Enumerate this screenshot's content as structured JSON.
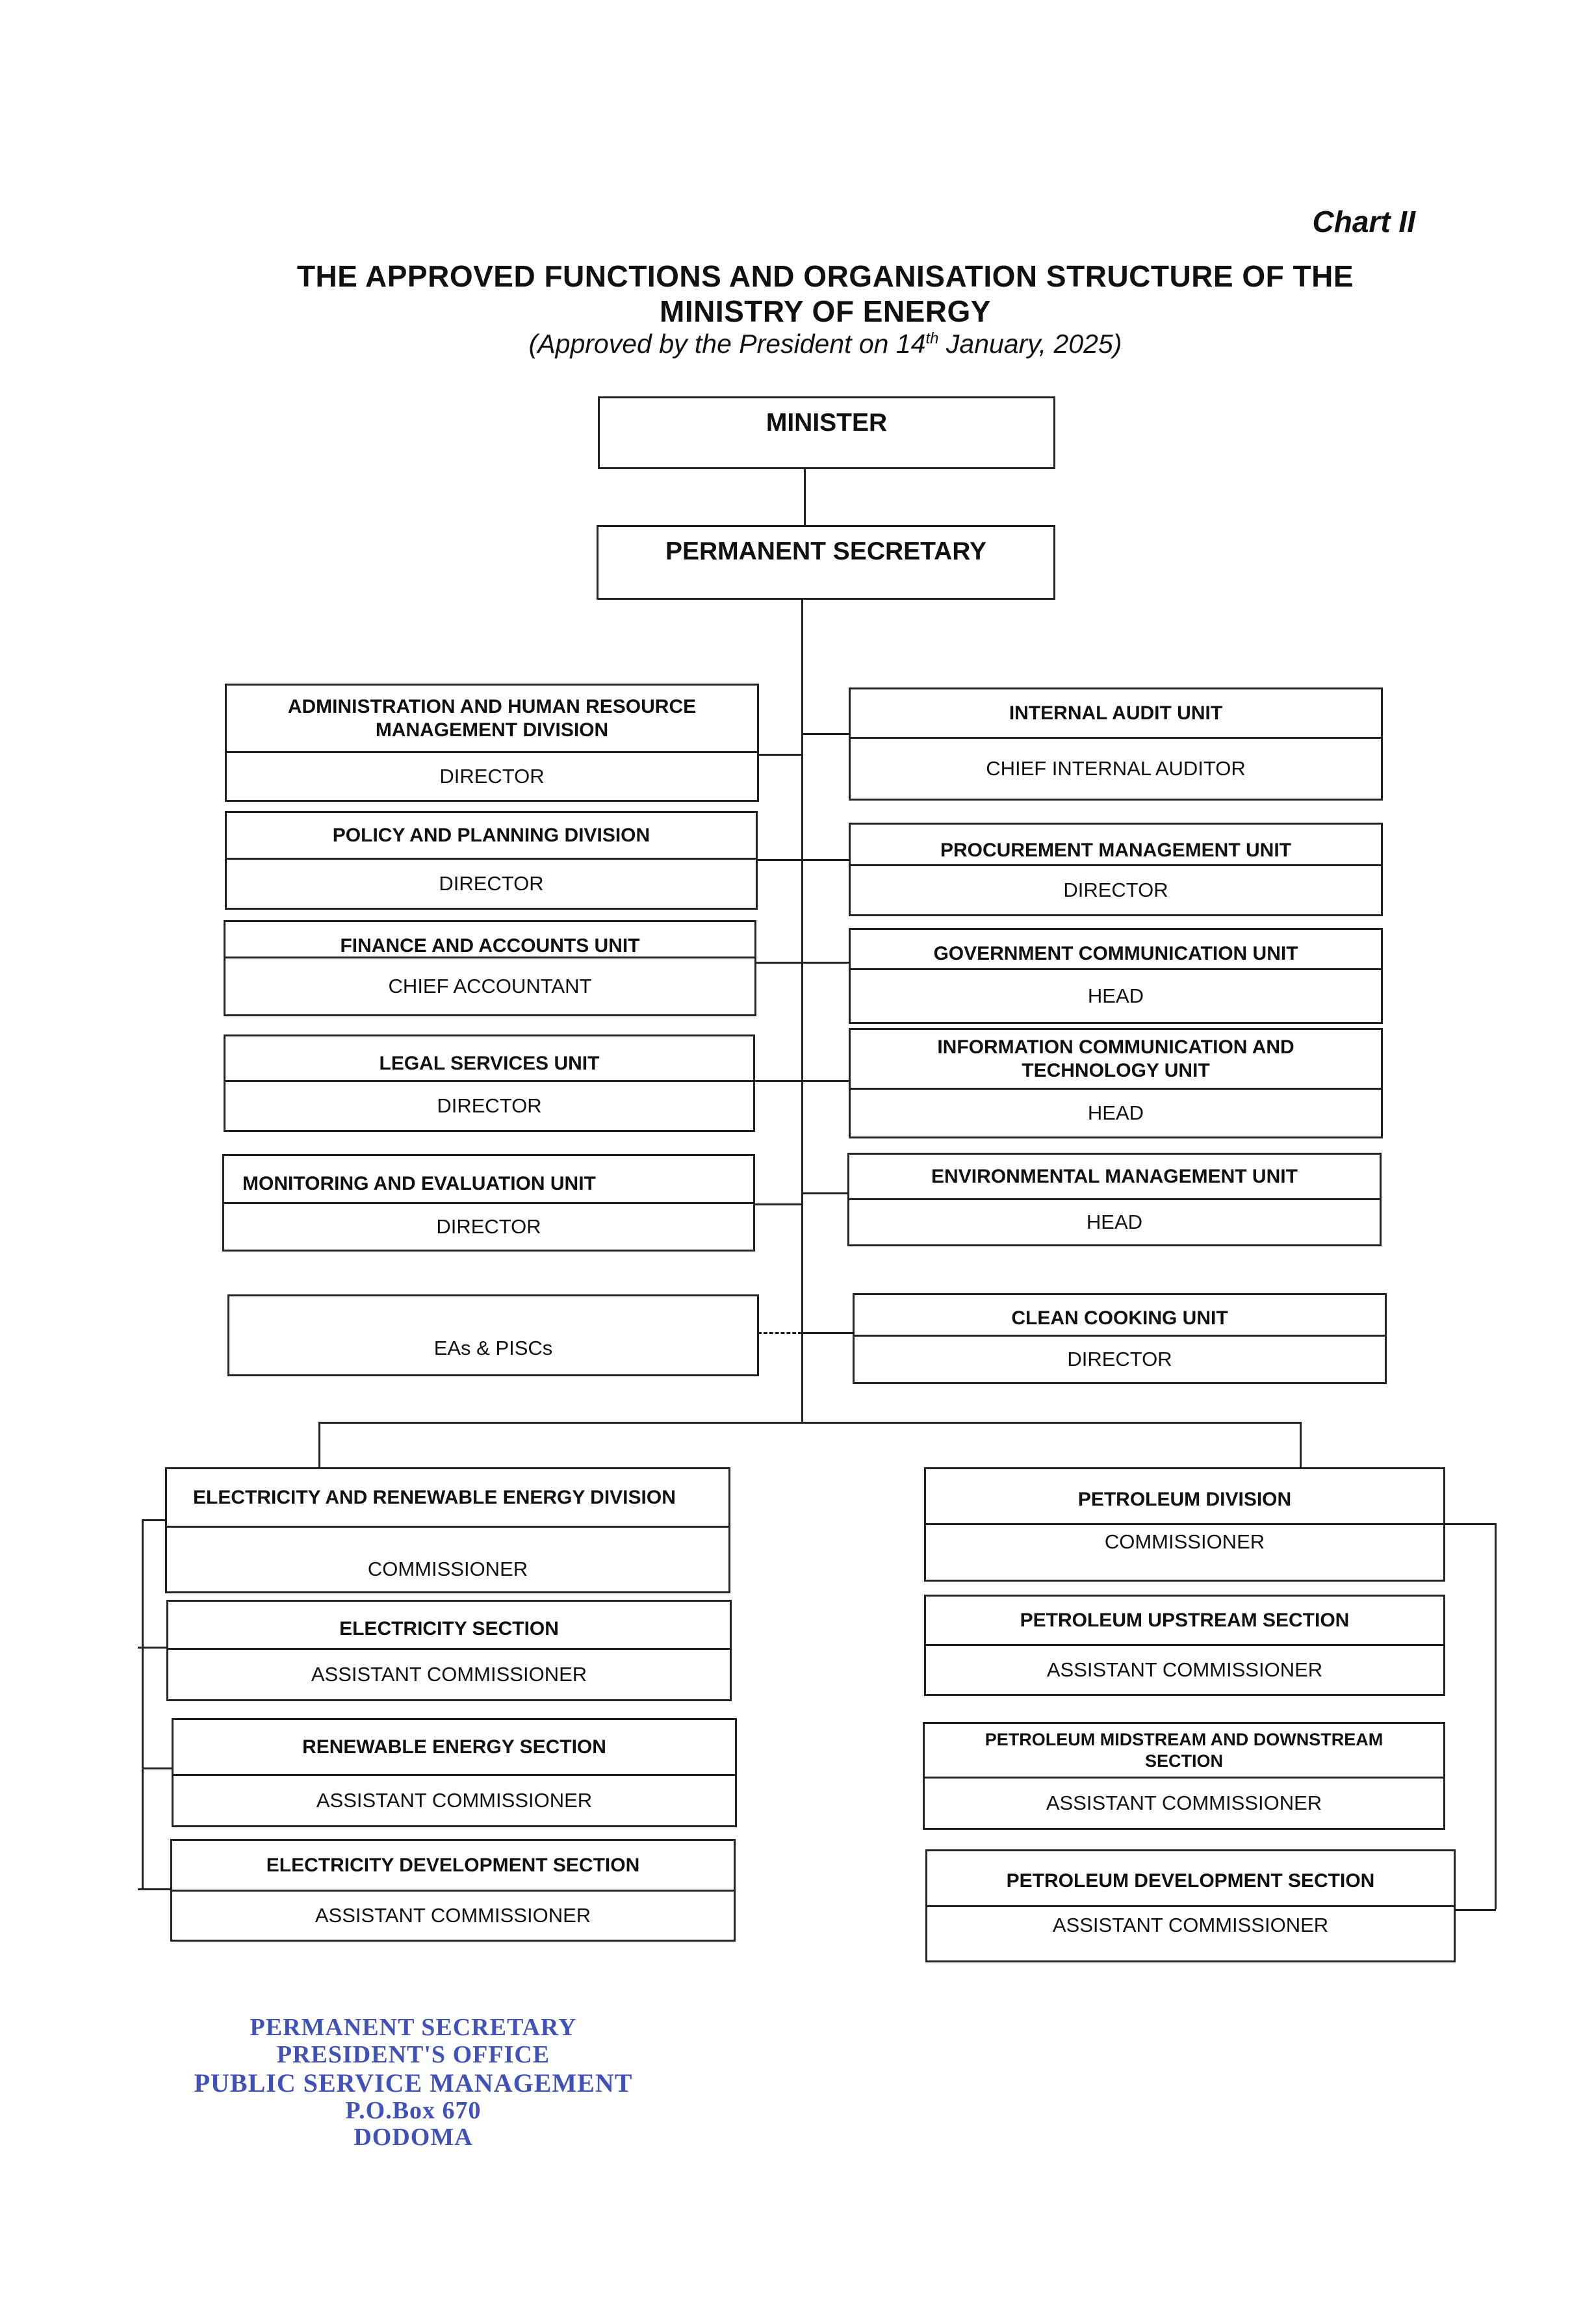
{
  "header": {
    "chart_label": "Chart II",
    "title_line1": "THE APPROVED FUNCTIONS AND ORGANISATION STRUCTURE OF THE",
    "title_line2": "MINISTRY OF ENERGY",
    "subtitle_pre": "(Approved by the President on 14",
    "subtitle_sup": "th",
    "subtitle_post": " January, 2025)"
  },
  "top": {
    "minister": "MINISTER",
    "permanent_secretary": "PERMANENT SECRETARY"
  },
  "left_units": [
    {
      "name": "ADMINISTRATION AND HUMAN RESOURCE MANAGEMENT DIVISION",
      "head": "DIRECTOR"
    },
    {
      "name": "POLICY AND PLANNING DIVISION",
      "head": "DIRECTOR"
    },
    {
      "name": "FINANCE AND ACCOUNTS UNIT",
      "head": "CHIEF ACCOUNTANT"
    },
    {
      "name": "LEGAL SERVICES UNIT",
      "head": "DIRECTOR"
    },
    {
      "name": "MONITORING AND EVALUATION UNIT",
      "head": "DIRECTOR"
    }
  ],
  "eas_piscs": "EAs & PISCs",
  "right_units": [
    {
      "name": "INTERNAL AUDIT UNIT",
      "head": "CHIEF INTERNAL AUDITOR"
    },
    {
      "name": "PROCUREMENT MANAGEMENT UNIT",
      "head": "DIRECTOR"
    },
    {
      "name": "GOVERNMENT COMMUNICATION UNIT",
      "head": "HEAD"
    },
    {
      "name": "INFORMATION COMMUNICATION AND TECHNOLOGY UNIT",
      "head": "HEAD"
    },
    {
      "name": "ENVIRONMENTAL MANAGEMENT UNIT",
      "head": "HEAD"
    },
    {
      "name": "CLEAN COOKING UNIT",
      "head": "DIRECTOR"
    }
  ],
  "electricity": [
    {
      "name": "ELECTRICITY AND RENEWABLE ENERGY DIVISION",
      "head": "COMMISSIONER"
    },
    {
      "name": "ELECTRICITY SECTION",
      "head": "ASSISTANT COMMISSIONER"
    },
    {
      "name": "RENEWABLE ENERGY SECTION",
      "head": "ASSISTANT COMMISSIONER"
    },
    {
      "name": "ELECTRICITY DEVELOPMENT SECTION",
      "head": "ASSISTANT COMMISSIONER"
    }
  ],
  "petroleum": [
    {
      "name": "PETROLEUM DIVISION",
      "head": "COMMISSIONER"
    },
    {
      "name": "PETROLEUM UPSTREAM SECTION",
      "head": "ASSISTANT COMMISSIONER"
    },
    {
      "name": "PETROLEUM MIDSTREAM AND DOWNSTREAM SECTION",
      "head": "ASSISTANT COMMISSIONER"
    },
    {
      "name": "PETROLEUM DEVELOPMENT SECTION",
      "head": "ASSISTANT COMMISSIONER"
    }
  ],
  "stamp": {
    "line1": "PERMANENT SECRETARY",
    "line2": "PRESIDENT'S OFFICE",
    "line3": "PUBLIC SERVICE MANAGEMENT",
    "line4": "P.O.Box 670",
    "line5": "DODOMA",
    "color": "#2c3fb0"
  }
}
